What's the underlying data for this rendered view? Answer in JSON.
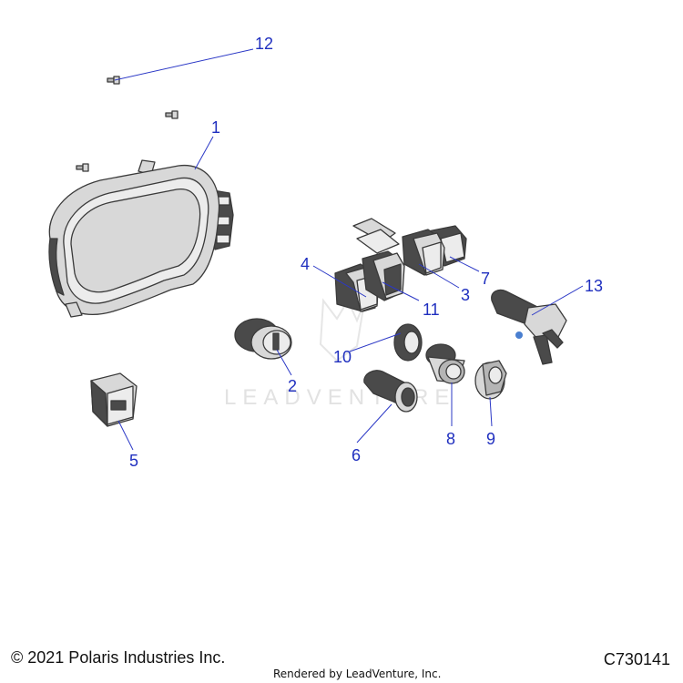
{
  "watermark": "LEADVENTURE",
  "callouts": {
    "c1": "1",
    "c2": "2",
    "c3": "3",
    "c4": "4",
    "c5": "5",
    "c6": "6",
    "c7": "7",
    "c8": "8",
    "c9": "9",
    "c10": "10",
    "c11": "11",
    "c12": "12",
    "c13": "13"
  },
  "footer": {
    "copyright": "© 2021 Polaris Industries Inc.",
    "rendered_by": "Rendered by LeadVenture, Inc.",
    "diagram_code": "C730141"
  },
  "colors": {
    "callout": "#1f2fbf",
    "leader": "#2b38c6"
  }
}
